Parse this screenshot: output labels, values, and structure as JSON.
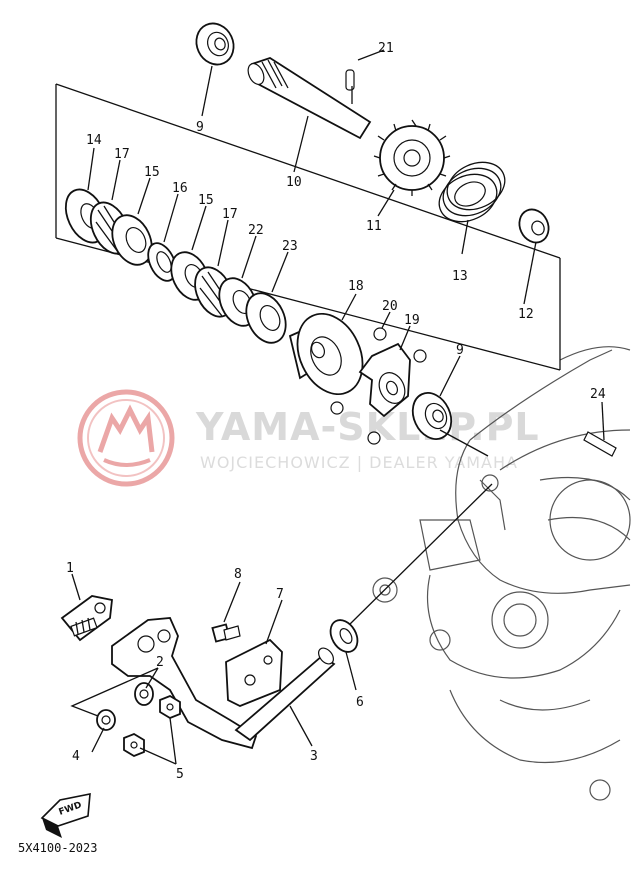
{
  "watermark": {
    "brand": "YAMA-SKLEP.PL",
    "dealer": "WOJCIECHOWICZ | DEALER YAMAHA",
    "logo_icon": "yamaha-tuning-fork-logo",
    "color": "#e9a3a3"
  },
  "diagram_code": "5X4100-2023",
  "direction_badge": "FWD",
  "callouts": [
    "1",
    "2",
    "3",
    "4",
    "5",
    "6",
    "7",
    "8",
    "9",
    "9",
    "10",
    "11",
    "12",
    "13",
    "14",
    "15",
    "15",
    "16",
    "17",
    "17",
    "18",
    "19",
    "20",
    "21",
    "22",
    "23",
    "24"
  ]
}
